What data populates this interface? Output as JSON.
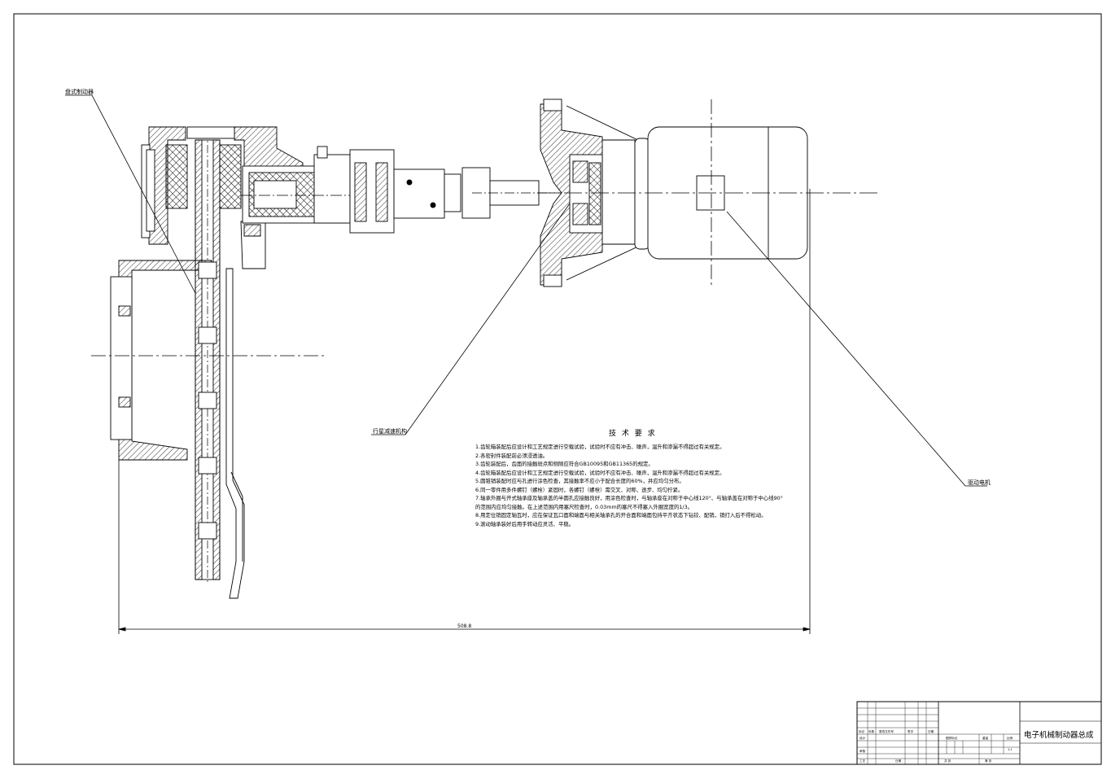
{
  "callouts": {
    "disc_brake": "盘式制动器",
    "planetary_reducer": "行星减速机构",
    "drive_motor": "驱动电机"
  },
  "tech_requirements": {
    "title": "技 术 要 求",
    "items": [
      "1.齿轮箱装配后应设计和工艺规定进行空载试验，试验时不应有冲击、噪声，温升和渗漏不得超过有关规定。",
      "2.各密封件装配前必须浸透油。",
      "3.齿轮装配后，齿面的接触斑点和侧隙应符合GB10095和GB11365的规定。",
      "4.齿轮箱装配后应设计和工艺规定进行空载试验，试验时不应有冲击、噪声，温升和渗漏不得超过有关规定。",
      "5.圆锥销装配时应与孔进行涂色检查，其接触率不应小于配合长度的60%，并应均匀分布。",
      "6.同一零件用多件螺钉（螺栓）紧固时，各螺钉（螺栓）需交叉、对称、逐步、均匀拧紧。",
      "7.轴承外圈与开式轴承座及轴承盖的半圆孔应接触良好，用涂色检查时，与轴承座在对称于中心线120°、与轴承盖在对称于中心线90°的范围内应均匀接触。在上述范围内用塞尺检查时，0.03mm的塞尺不得塞入外圈宽度的1/3。",
      "8.用定位销固定轴瓦时，应在保证瓦口面和端面与相关轴承孔的开合面和端面包持平齐状态下钻铰、配销，销打入后不得松动。",
      "9.滚动轴承装好后用手转动应灵活、平稳。"
    ]
  },
  "dimension": "508.8",
  "title_block": {
    "drawing_name": "电子机械制动器总成",
    "labels": [
      "标记",
      "处数",
      "更改文件号",
      "签字",
      "日期",
      "设计",
      "审核",
      "工艺",
      "图样标记",
      "重量",
      "比例",
      "共 张",
      "第 张",
      "日期"
    ],
    "scale": "1:1"
  }
}
